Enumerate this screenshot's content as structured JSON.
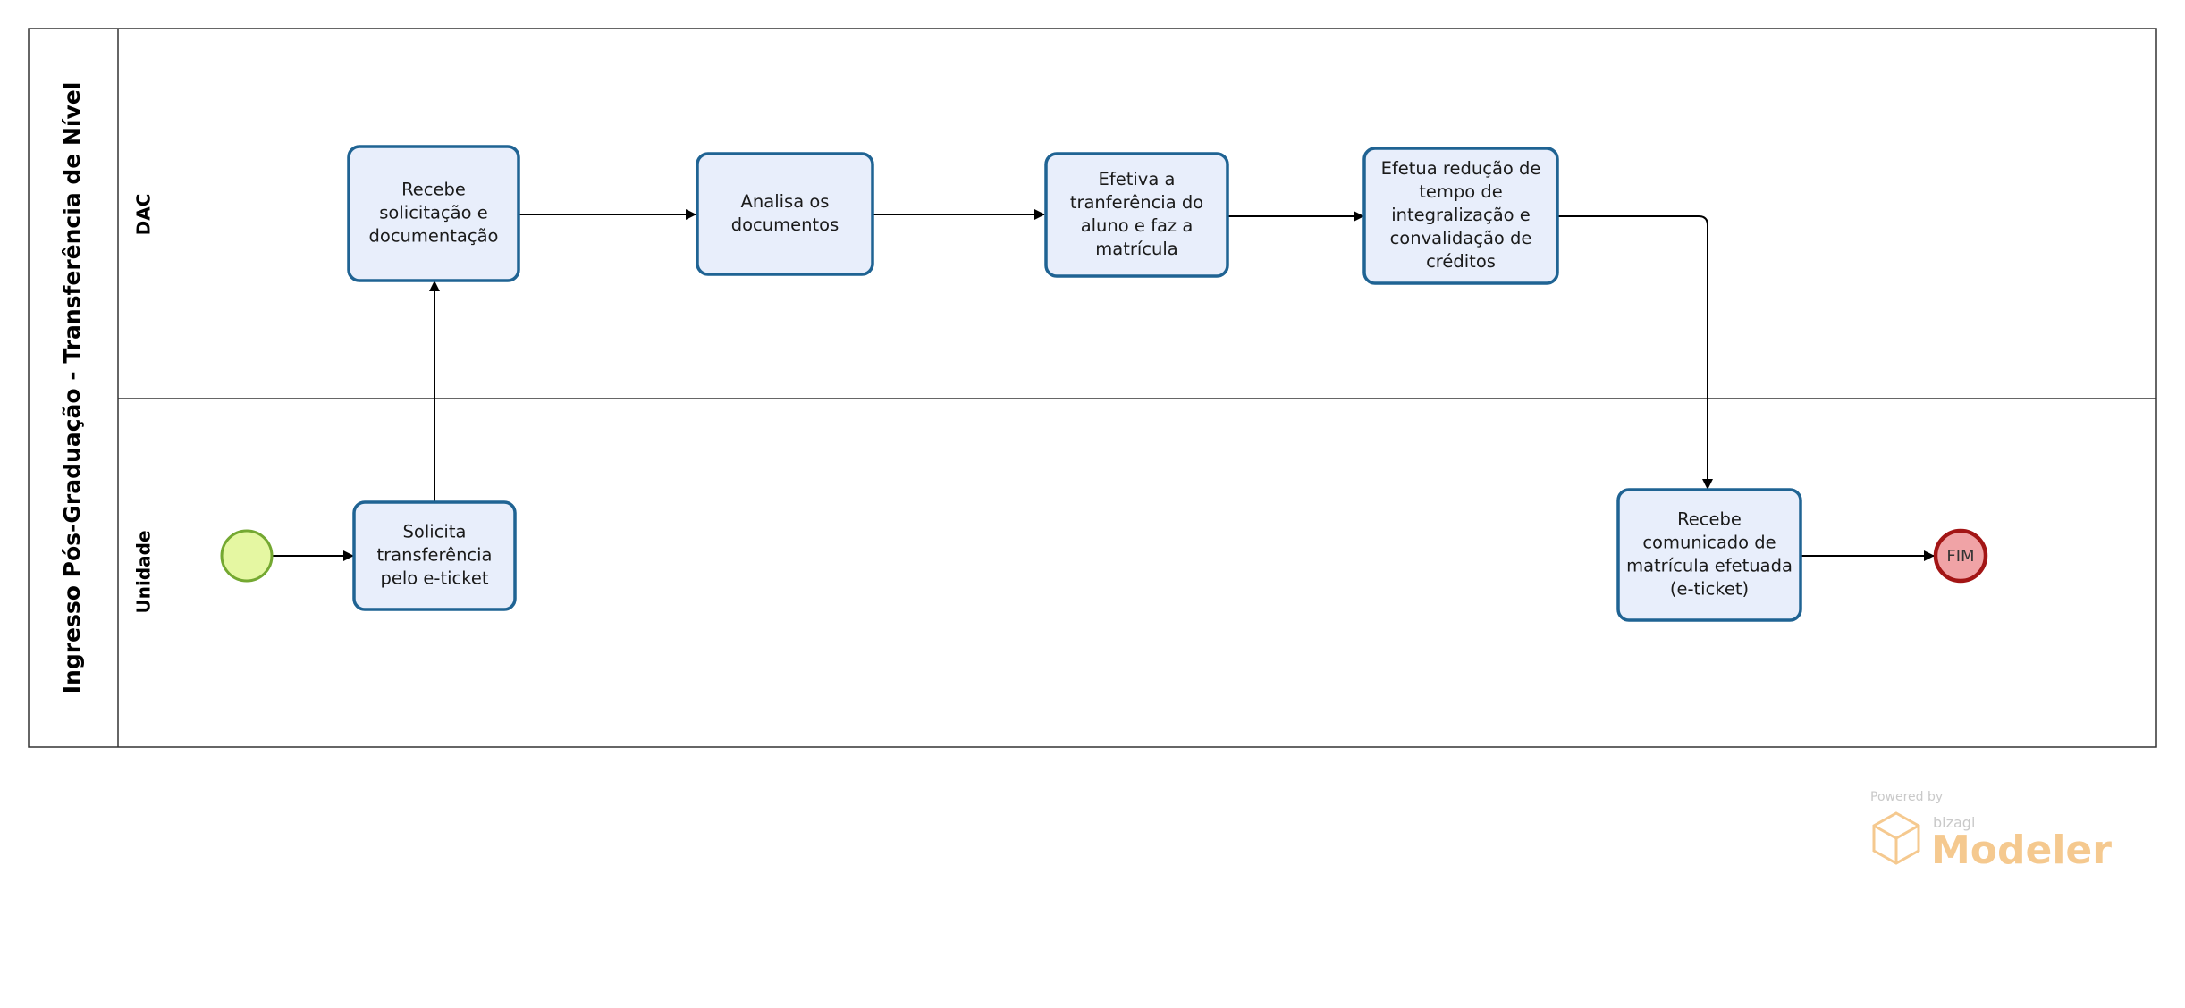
{
  "pool": {
    "title": "Ingresso Pós-Graduação  - Transferência de Nível"
  },
  "lanes": [
    {
      "id": "dac",
      "label": "DAC"
    },
    {
      "id": "unidade",
      "label": "Unidade"
    }
  ],
  "tasks": [
    {
      "id": "recebe-solicitacao",
      "lines": [
        "Recebe",
        "solicitação e",
        "documentação"
      ]
    },
    {
      "id": "analisa-documentos",
      "lines": [
        "Analisa os",
        "documentos"
      ]
    },
    {
      "id": "efetiva-transferencia",
      "lines": [
        "Efetiva a",
        "tranferência do",
        "aluno e faz a",
        "matrícula"
      ]
    },
    {
      "id": "efetua-reducao",
      "lines": [
        "Efetua redução de",
        "tempo de",
        "integralização e",
        "convalidação de",
        "créditos"
      ]
    },
    {
      "id": "solicita-transferencia",
      "lines": [
        "Solicita",
        "transferência",
        "pelo e-ticket"
      ]
    },
    {
      "id": "recebe-comunicado",
      "lines": [
        "Recebe",
        "comunicado de",
        "matrícula efetuada",
        "(e-ticket)"
      ]
    }
  ],
  "events": {
    "start": {
      "label": ""
    },
    "end": {
      "label": "FIM"
    }
  },
  "branding": {
    "powered_by": "Powered by",
    "vendor": "bizagi",
    "product": "Modeler"
  },
  "colors": {
    "task_fill": "#e8eefb",
    "task_stroke": "#1f6393",
    "start_fill": "#e5f7a2",
    "start_stroke": "#74a831",
    "end_fill": "#f0a3a6",
    "end_stroke": "#a31515",
    "brand_orange": "#f5c98f"
  }
}
